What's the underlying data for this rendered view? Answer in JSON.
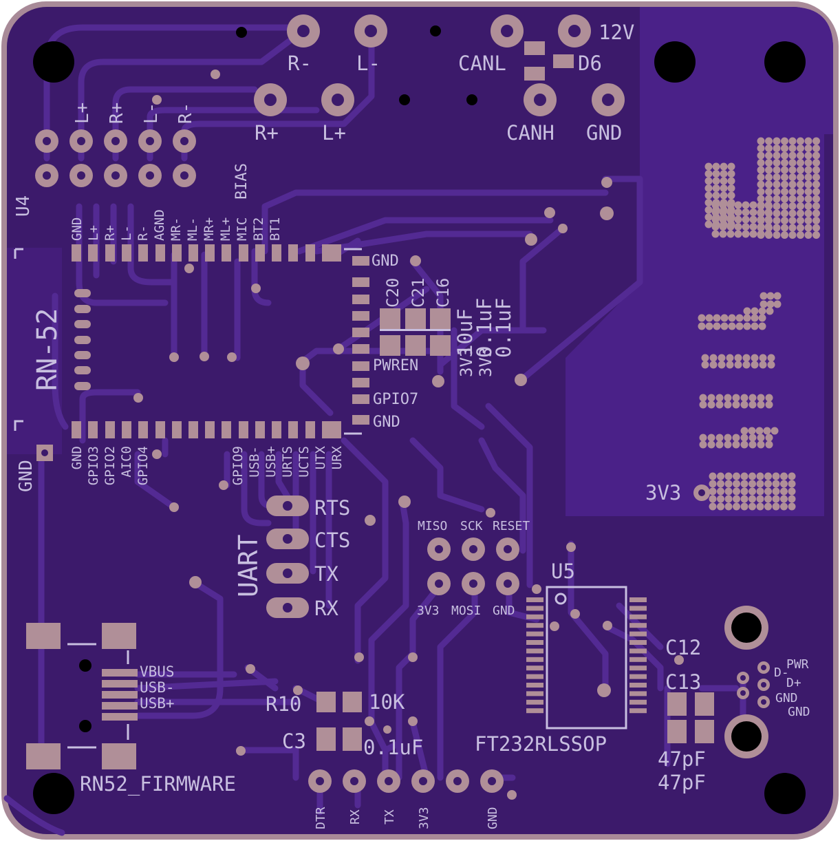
{
  "colors": {
    "board_edge": "#a88a98",
    "board": "#3c1a6b",
    "copper_pour": "#4a2188",
    "trace": "#532a93",
    "pad": "#b08f98",
    "silkscreen": "#c8bfe0",
    "hole": "#000000"
  },
  "labels": {
    "spk_r_minus": "R-",
    "spk_l_minus": "L-",
    "canl": "CANL",
    "v12": "12V",
    "d6": "D6",
    "spk_r_plus": "R+",
    "spk_l_plus": "L+",
    "canh": "CANH",
    "gnd_top": "GND",
    "hdr_l_plus": "L+",
    "hdr_r_plus": "R+",
    "hdr_l_minus": "L-",
    "hdr_r_minus": "R-",
    "u4": "U4",
    "bias": "BIAS",
    "rn52": "RN-52",
    "gnd_left": "GND",
    "pin_gnd_r": "GND",
    "pin_pwren": "PWREN",
    "pin_gpio7": "GPIO7",
    "pin_gnd_r2": "GND",
    "c20": "C20",
    "c21": "C21",
    "c16": "C16",
    "val_10uf": "10uF",
    "val_01uf_a": "0.1uF",
    "val_01uf_b": "0.1uF",
    "val_3v3_a": "3V3",
    "val_3v3_b": "3V3",
    "uart": "UART",
    "uart_rts": "RTS",
    "uart_cts": "CTS",
    "uart_tx": "TX",
    "uart_rx": "RX",
    "miso": "MISO",
    "sck": "SCK",
    "reset": "RESET",
    "isp_3v3": "3V3",
    "mosi": "MOSI",
    "isp_gnd": "GND",
    "u5": "U5",
    "rf_3v3": "3V3",
    "vbus": "VBUS",
    "usb_minus": "USB-",
    "usb_plus": "USB+",
    "r10": "R10",
    "r10_val": "10K",
    "c3": "C3",
    "c3_val": "0.1uF",
    "ft232": "FT232RLSSOP",
    "c12": "C12",
    "c13": "C13",
    "c12_val": "47pF",
    "c13_val": "47pF",
    "usb_pwr": "PWR",
    "usb_d_minus": "D-",
    "usb_d_plus": "D+",
    "usb_gnd_a": "GND",
    "usb_gnd_b": "GND",
    "rn52_firmware": "RN52_FIRMWARE",
    "ftdi_dtr": "DTR",
    "ftdi_rx": "RX",
    "ftdi_tx": "TX",
    "ftdi_3v3": "3V3",
    "ftdi_gnd": "GND"
  },
  "top_pins": [
    "GND",
    "L+",
    "R+",
    "L-",
    "R-",
    "AGND",
    "MR-",
    "ML-",
    "MR+",
    "ML+",
    "MIC",
    "BT2",
    "BT1"
  ],
  "bottom_pins": [
    "GND",
    "GPIO3",
    "GPIO2",
    "AIC0",
    "GPIO4",
    "",
    "",
    "",
    "",
    "GPIO9",
    "USB-",
    "USB+",
    "URTS",
    "UCTS",
    "UTX",
    "URX"
  ]
}
